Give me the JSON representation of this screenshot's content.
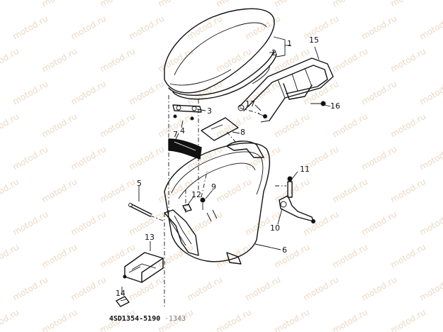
{
  "watermark": "motod.ru",
  "diagram_code": "4SD1354-5190",
  "diagram_code_faint": "·1343",
  "colors": {
    "ink": "#111111",
    "watermark": "#ecd9c4",
    "background": "#ffffff"
  },
  "parts": [
    {
      "id": "1",
      "label": "1"
    },
    {
      "id": "2",
      "label": "2"
    },
    {
      "id": "3",
      "label": "3"
    },
    {
      "id": "4",
      "label": "4"
    },
    {
      "id": "5",
      "label": "5"
    },
    {
      "id": "6",
      "label": "6"
    },
    {
      "id": "7",
      "label": "7"
    },
    {
      "id": "8",
      "label": "8"
    },
    {
      "id": "9",
      "label": "9"
    },
    {
      "id": "10",
      "label": "10"
    },
    {
      "id": "11",
      "label": "11"
    },
    {
      "id": "12",
      "label": "12"
    },
    {
      "id": "13",
      "label": "13"
    },
    {
      "id": "14",
      "label": "14"
    },
    {
      "id": "15",
      "label": "15"
    },
    {
      "id": "16",
      "label": "16"
    },
    {
      "id": "17",
      "label": "17"
    }
  ]
}
